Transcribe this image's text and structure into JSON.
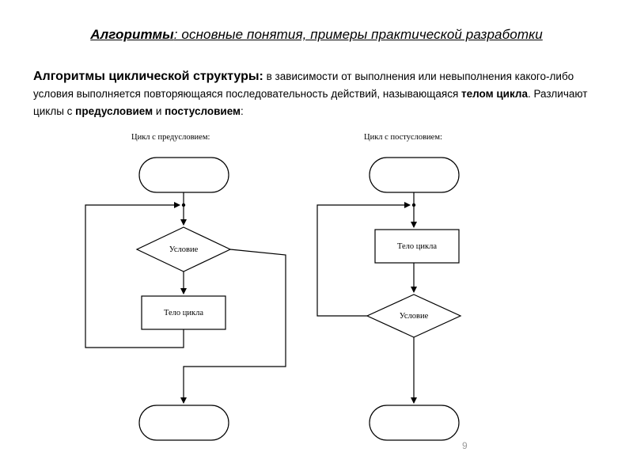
{
  "title": {
    "strong": "Алгоритмы",
    "rest": ": основные понятия, примеры практической разработки"
  },
  "intro": {
    "heading": "Алгоритмы циклической структуры:",
    "text1": " в зависимости от выполнения или невыполнения какого-либо условия выполняется повторяющаяся последовательность действий, называющаяся ",
    "bold1": "телом цикла",
    "text2": ". Различают циклы с ",
    "bold2": "предусловием",
    "text3": " и ",
    "bold3": "постусловием",
    "text4": ":"
  },
  "diagram_left": {
    "caption": "Цикл с предусловием:",
    "condition": "Условие",
    "body": "Тело цикла"
  },
  "diagram_right": {
    "caption": "Цикл с постусловием:",
    "body": "Тело цикла",
    "condition": "Условие"
  },
  "page_number": "9"
}
